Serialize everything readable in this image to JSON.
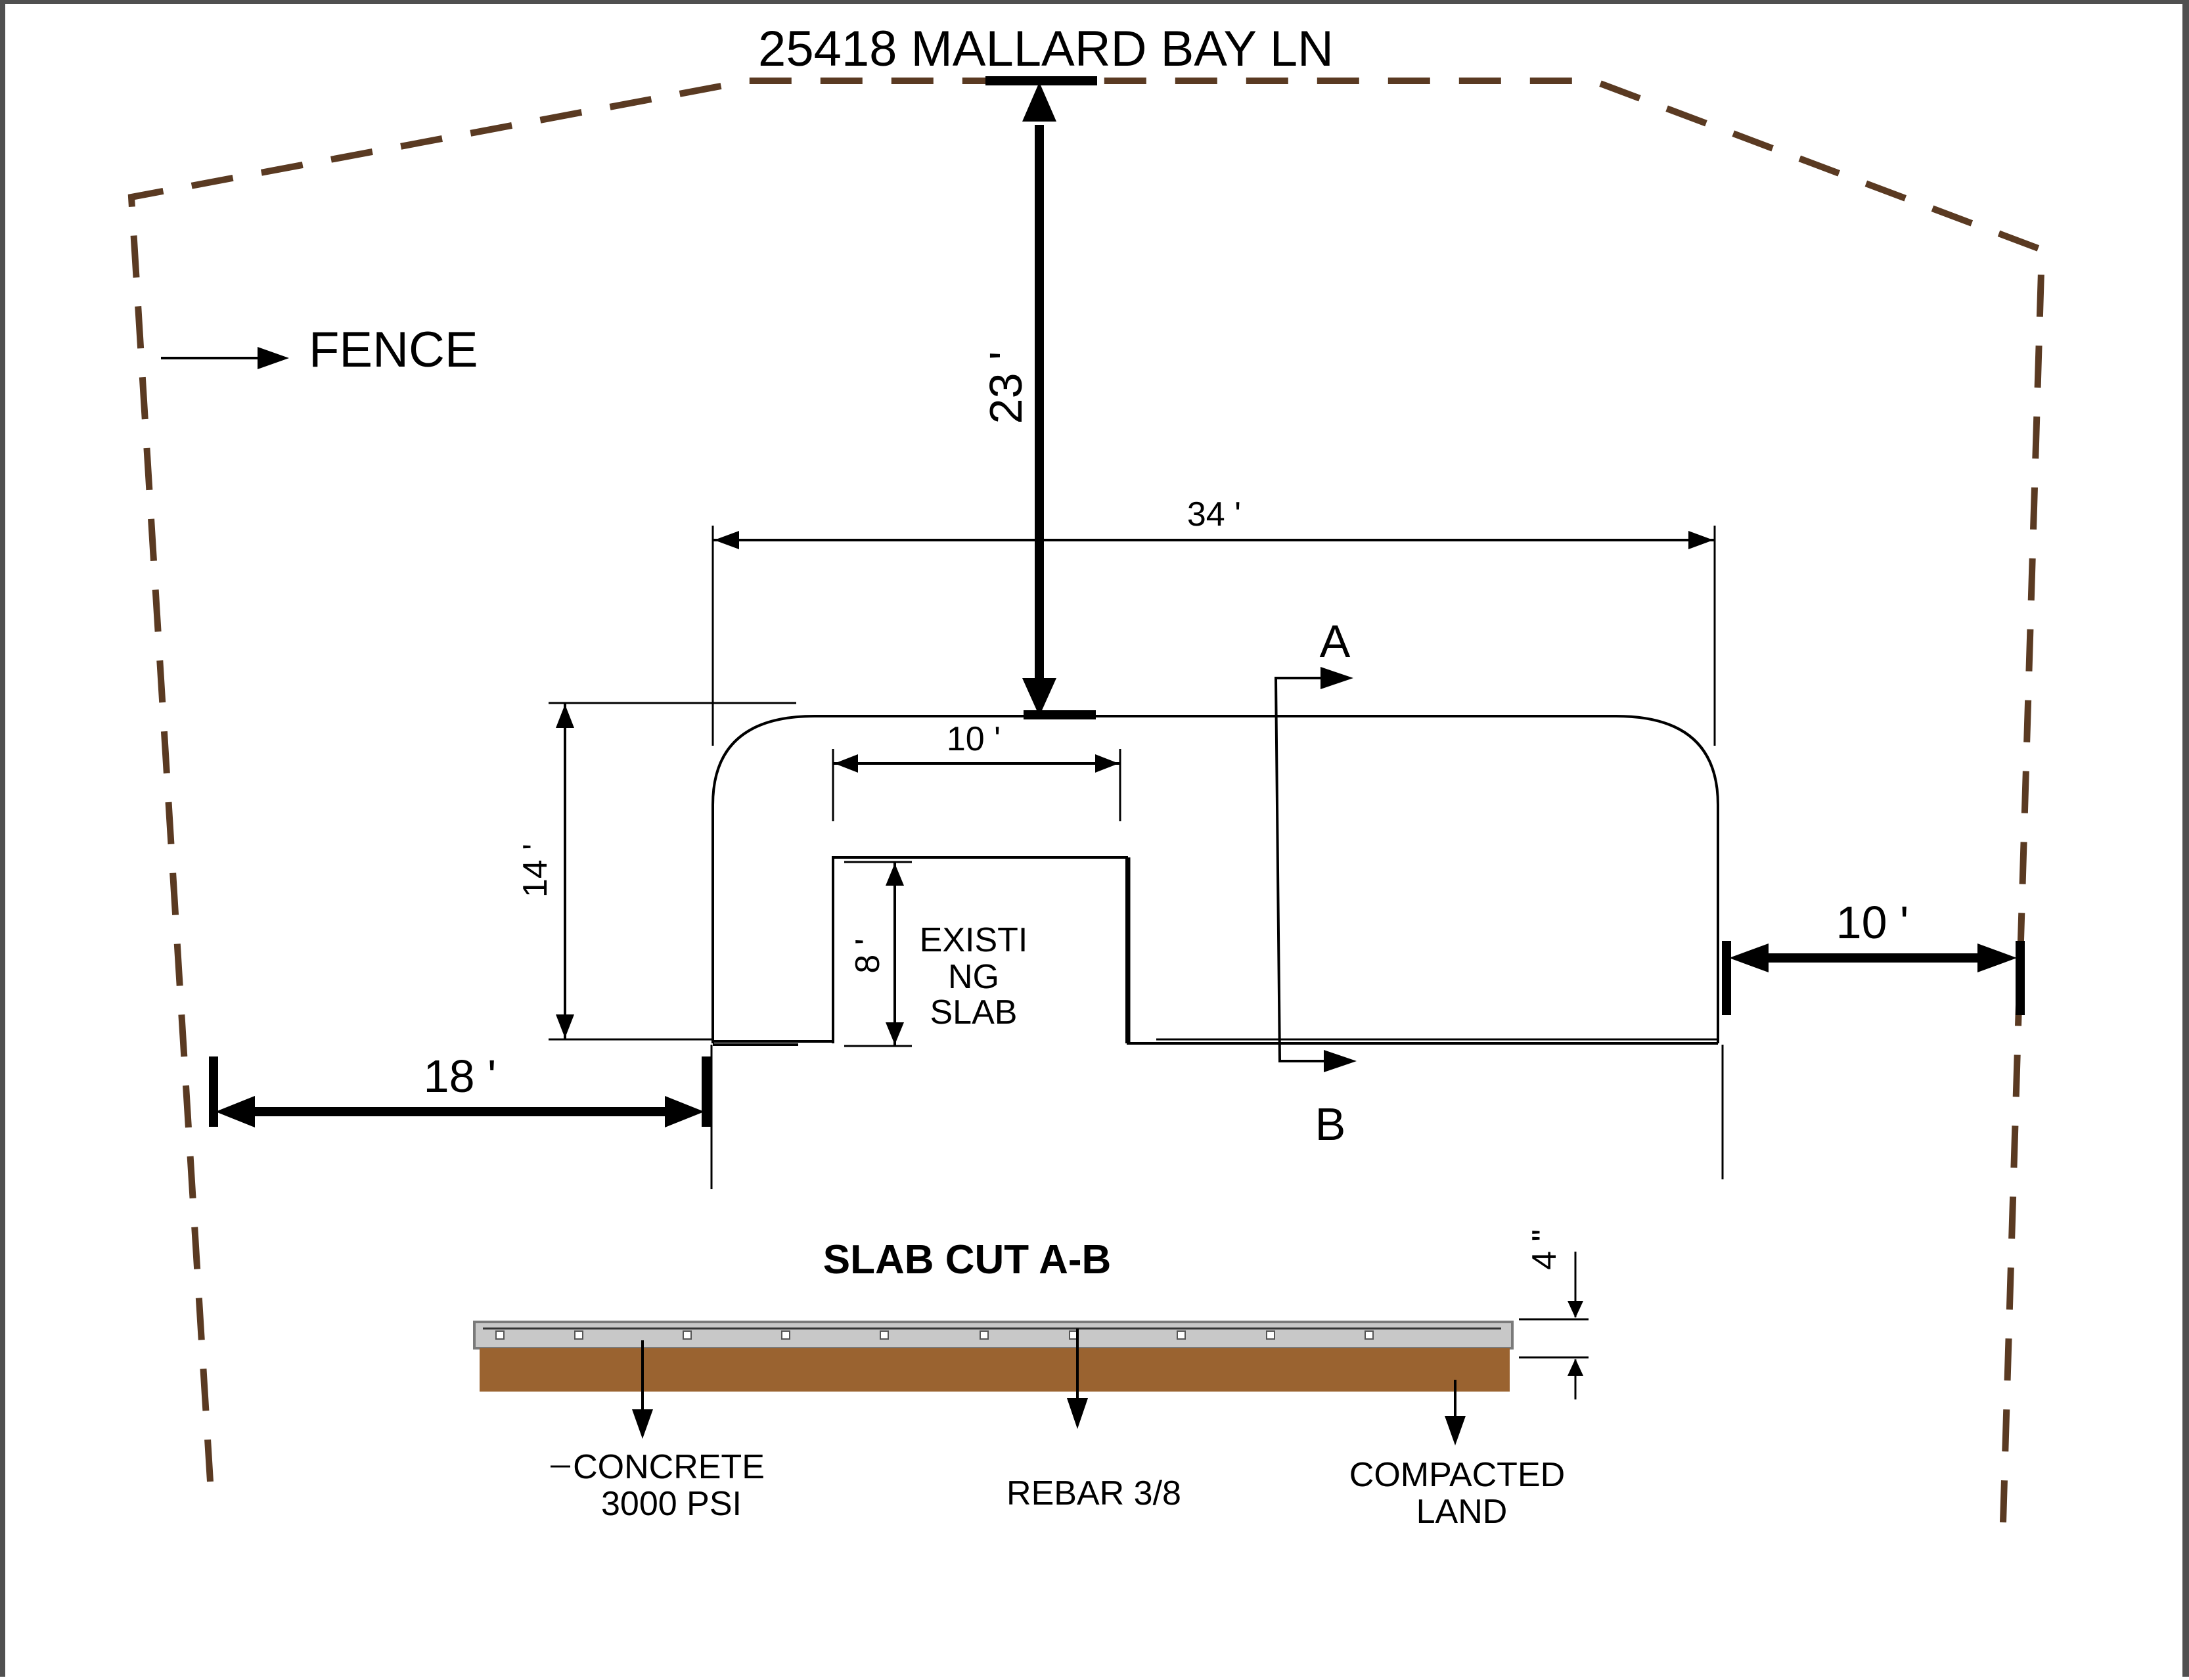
{
  "address": "25418 MALLARD BAY LN",
  "fence_label": "FENCE",
  "dimensions": {
    "setback_street": "23 '",
    "slab_width": "34 '",
    "slab_depth": "14 '",
    "existing_slab_width": "10 '",
    "existing_slab_depth": "8 '",
    "setback_left": "18 '",
    "setback_right": "10 '",
    "slab_thickness": "4 \""
  },
  "existing_slab_label": [
    "EXISTI",
    "NG",
    "SLAB"
  ],
  "section_markers": {
    "start": "A",
    "end": "B"
  },
  "slab_cut": {
    "title": "SLAB CUT A-B",
    "concrete": [
      "CONCRETE",
      "3000 PSI"
    ],
    "rebar": "REBAR 3/8",
    "land": [
      "COMPACTED",
      "LAND"
    ]
  },
  "colors": {
    "property_line": "#5a3a22",
    "concrete": "#c8c8c8",
    "compacted_land": "#9a6330",
    "window_frame": "#505050"
  }
}
